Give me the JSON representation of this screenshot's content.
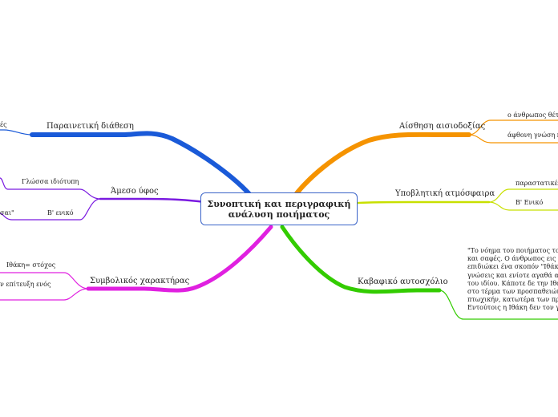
{
  "center": {
    "line1": "Συνοπτική και περιγραφική",
    "line2": "ανάλυση ποιήματος"
  },
  "branches": {
    "parainetiki": {
      "label": "Παραινετική διάθεση",
      "color": "#1a5ad8",
      "child": "ές"
    },
    "ameso": {
      "label": "Άμεσο ύφος",
      "color": "#7a1ae0",
      "children": [
        "Γλώσσα ιδιότυπη",
        "Β' ενικό",
        "σαι\""
      ]
    },
    "symvoliko": {
      "label": "Συμβολικός χαρακτήρας",
      "color": "#e020e0",
      "children": [
        "Ιθάκη= στόχος",
        "ν επίτευξη ενός"
      ]
    },
    "aisthisi": {
      "label": "Αίσθηση αισιοδοξίας",
      "color": "#f59300",
      "children": [
        "ο άνθρωπος θέτει",
        "άφθονη γνώση κ"
      ]
    },
    "ypovlitiki": {
      "label": "Υποβλητική ατμόσφαιρα",
      "color": "#c8e000",
      "children": [
        "παραστατικές ε",
        "Β' Ενικό"
      ]
    },
    "kavafiko": {
      "label": "Καβαφικό αυτοσχόλιο",
      "color": "#33cc00",
      "quote_lines": [
        "\"Το νόημα του ποιήματος τούτ",
        "και σαφές. Ο άνθρωπος εις την",
        "επιδιώκει ένα σκοπόν \"Ιθάκην\"",
        "γνώσεις και ενίοτε αγαθά ανώτ",
        "του ιδίου. Κάποτε δε την Ιθάκη",
        "στο τέρμα των προσπαθειών το",
        "πτωχικήν, κατωτέρα των προσδ",
        "Εντούτοις η Ιθάκη δεν τον γέλα"
      ]
    }
  }
}
